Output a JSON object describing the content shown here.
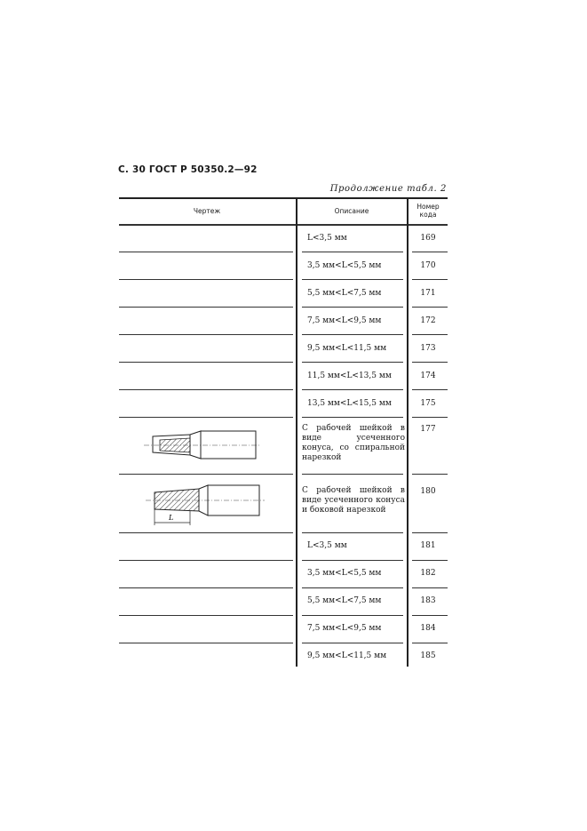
{
  "header": {
    "page_ref": "С. 30 ГОСТ Р 50350.2—92",
    "continuation": "Продолжение табл. 2"
  },
  "table": {
    "columns": [
      "Чертеж",
      "Описание",
      "Номер кода"
    ],
    "column_code_line1": "Номер",
    "column_code_line2": "кода",
    "rows": [
      {
        "drawing": "",
        "description": "L<3,5 мм",
        "code": "169"
      },
      {
        "drawing": "",
        "description": "3,5 мм<L<5,5 мм",
        "code": "170"
      },
      {
        "drawing": "",
        "description": "5,5 мм<L<7,5 мм",
        "code": "171"
      },
      {
        "drawing": "",
        "description": "7,5 мм<L<9,5 мм",
        "code": "172"
      },
      {
        "drawing": "",
        "description": "9,5 мм<L<11,5 мм",
        "code": "173"
      },
      {
        "drawing": "",
        "description": "11,5 мм<L<13,5 мм",
        "code": "174"
      },
      {
        "drawing": "",
        "description": "13,5 мм<L<15,5 мм",
        "code": "175"
      },
      {
        "drawing": "tapered-spiral-neck-tool",
        "description": "С рабочей шейкой в виде усеченного конуса, со спиральной нарезкой",
        "code": "177"
      },
      {
        "drawing": "tapered-side-cut-tool",
        "drawing_label": "L",
        "description": "С рабочей шейкой в виде усеченного конуса и боковой нарезкой",
        "code": "180"
      },
      {
        "drawing": "",
        "description": "L<3,5 мм",
        "code": "181"
      },
      {
        "drawing": "",
        "description": "3,5 мм<L<5,5 мм",
        "code": "182"
      },
      {
        "drawing": "",
        "description": "5,5 мм<L<7,5 мм",
        "code": "183"
      },
      {
        "drawing": "",
        "description": "7,5 мм<L<9,5 мм",
        "code": "184"
      },
      {
        "drawing": "",
        "description": "9,5 мм<L<11,5 мм",
        "code": "185"
      }
    ]
  }
}
